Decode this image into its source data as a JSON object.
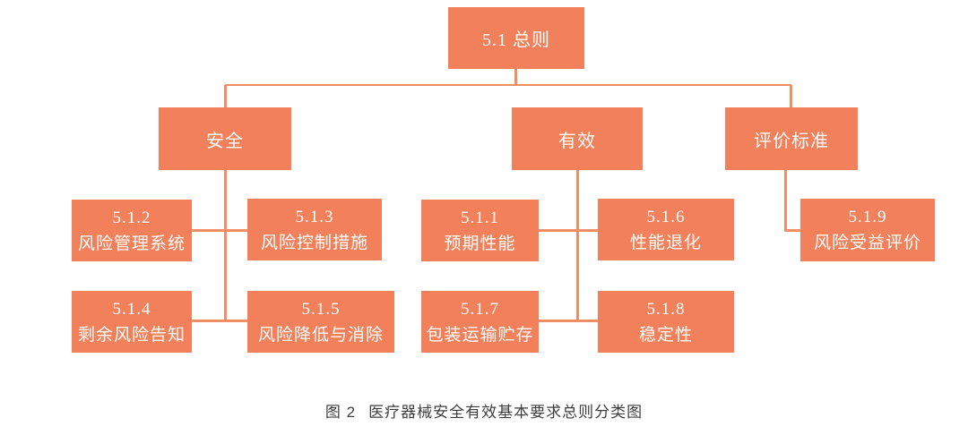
{
  "diagram": {
    "root": {
      "label": "5.1 总则"
    },
    "branches": [
      {
        "label": "安全",
        "children": [
          {
            "num": "5.1.2",
            "label": "风险管理系统"
          },
          {
            "num": "5.1.3",
            "label": "风险控制措施"
          },
          {
            "num": "5.1.4",
            "label": "剩余风险告知"
          },
          {
            "num": "5.1.5",
            "label": "风险降低与消除"
          }
        ]
      },
      {
        "label": "有效",
        "children": [
          {
            "num": "5.1.1",
            "label": "预期性能"
          },
          {
            "num": "5.1.6",
            "label": "性能退化"
          },
          {
            "num": "5.1.7",
            "label": "包装运输贮存"
          },
          {
            "num": "5.1.8",
            "label": "稳定性"
          }
        ]
      },
      {
        "label": "评价标准",
        "children": [
          {
            "num": "5.1.9",
            "label": "风险受益评价"
          }
        ]
      }
    ],
    "colors": {
      "box": "#F2805A",
      "line": "#F18E63",
      "text": "#FFFFFF"
    }
  },
  "caption": {
    "figure_label": "图 2",
    "text": "医疗器械安全有效基本要求总则分类图"
  }
}
